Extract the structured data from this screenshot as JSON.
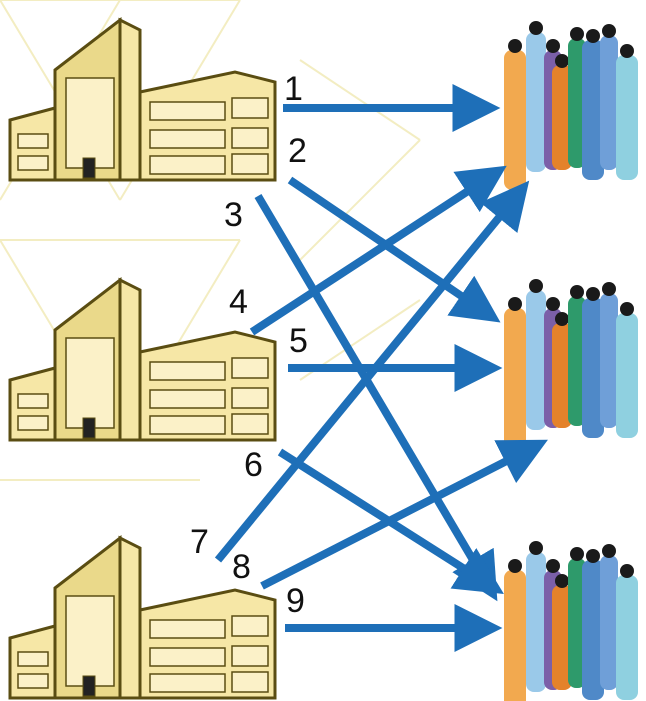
{
  "diagram": {
    "colors": {
      "arrow": "#1E6FB8",
      "building_fill": "#F6E7A6",
      "building_side": "#EAD98A",
      "building_outline": "#5A4D12",
      "building_window": "#FBF1C8",
      "background_pattern": "#F3EDC2"
    },
    "sources": [
      {
        "id": "facility-1",
        "icon": "warehouse-building-icon"
      },
      {
        "id": "facility-2",
        "icon": "warehouse-building-icon"
      },
      {
        "id": "facility-3",
        "icon": "warehouse-building-icon"
      }
    ],
    "destinations": [
      {
        "id": "customer-group-1",
        "icon": "people-group-icon"
      },
      {
        "id": "customer-group-2",
        "icon": "people-group-icon"
      },
      {
        "id": "customer-group-3",
        "icon": "people-group-icon"
      }
    ],
    "routes": [
      {
        "label": "1",
        "from": 1,
        "to": 1
      },
      {
        "label": "2",
        "from": 1,
        "to": 2
      },
      {
        "label": "3",
        "from": 1,
        "to": 3
      },
      {
        "label": "4",
        "from": 2,
        "to": 1
      },
      {
        "label": "5",
        "from": 2,
        "to": 2
      },
      {
        "label": "6",
        "from": 2,
        "to": 3
      },
      {
        "label": "7",
        "from": 3,
        "to": 1
      },
      {
        "label": "8",
        "from": 3,
        "to": 2
      },
      {
        "label": "9",
        "from": 3,
        "to": 3
      }
    ],
    "people_colors": [
      "#F2A94F",
      "#9AC9E9",
      "#7B5FA8",
      "#E4822B",
      "#2E9A6B",
      "#4F89C8",
      "#6F9FD8",
      "#8FD0E0"
    ]
  }
}
